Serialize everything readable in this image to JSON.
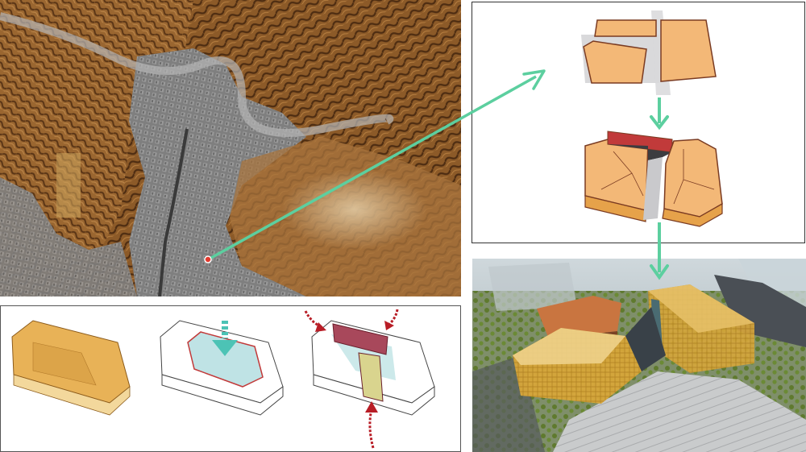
{
  "figure": {
    "panels": [
      {
        "id": "satellite",
        "content": "satellite-map"
      },
      {
        "id": "massing",
        "content": "massing-split-diagram"
      },
      {
        "id": "evolution",
        "content": "form-evolution-steps"
      },
      {
        "id": "rendering",
        "content": "aerial-rendering"
      }
    ]
  },
  "colors": {
    "arrow": "#5ccf9f",
    "massing_fill": "#f3b877",
    "massing_side": "#e6a24a",
    "massing_stroke": "#7a3b22",
    "slot_fill": "#c9c9cc",
    "slot_dark": "#3c3c40",
    "evolution_fill": "#e8b257",
    "evolution_light": "#f3d89c",
    "court_fill": "#bfe3e5",
    "court_stroke": "#c23a3a",
    "wedge_red": "#a8485b",
    "wedge_yellow": "#d9d48e",
    "red_arrow": "#b81d26",
    "teal_arrow": "#4cc3b5",
    "mountain": "#8a5a2b",
    "city": "#7d7d7d",
    "glass_gold": "#d7a63a"
  },
  "arrows": [
    {
      "from": "satellite-site-marker",
      "to": "massing-panel"
    },
    {
      "from": "massing-step-1",
      "to": "massing-step-2"
    },
    {
      "from": "massing-panel",
      "to": "rendering-panel"
    }
  ]
}
